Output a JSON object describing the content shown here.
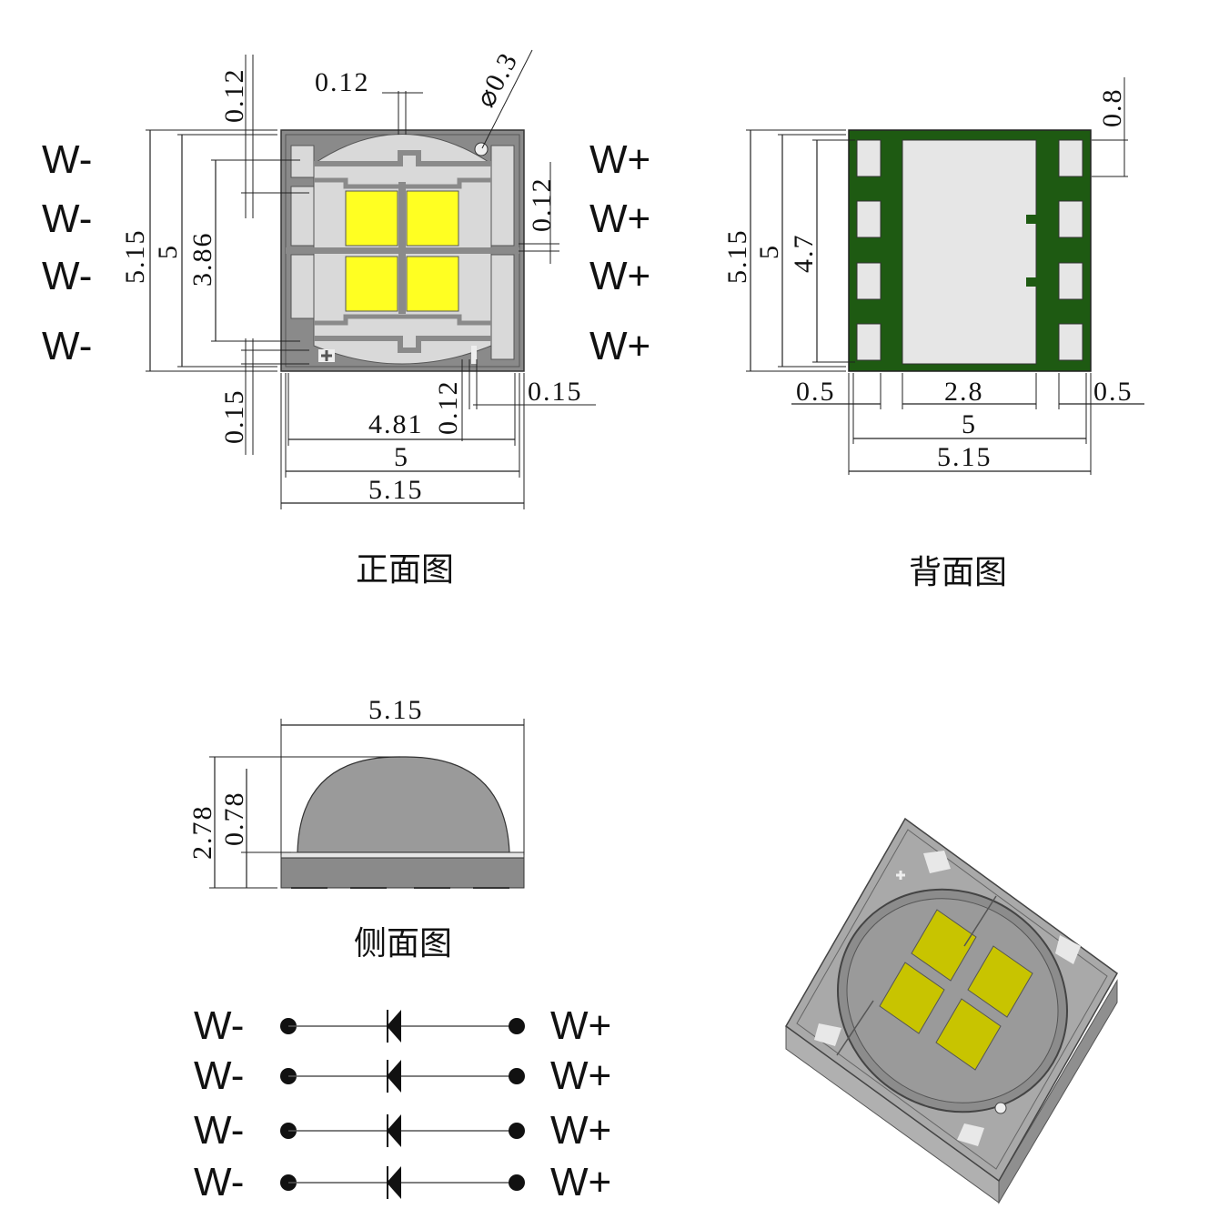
{
  "captions": {
    "front": "正面图",
    "back": "背面图",
    "side": "侧面图"
  },
  "pins": {
    "minus": "W-",
    "plus": "W+"
  },
  "front_dims": {
    "top_pad": "0.12",
    "top_gap": "0.12",
    "hole": "⌀0.3",
    "right_gap": "0.12",
    "height_outer": "5.15",
    "height_inner": "5",
    "height_mid": "3.86",
    "bottom_left": "0.15",
    "bottom_mid": "0.12",
    "bottom_right": "0.15",
    "width_481": "4.81",
    "width_5": "5",
    "width_515": "5.15"
  },
  "back_dims": {
    "pad_height": "0.8",
    "height_outer": "5.15",
    "height_inner": "5",
    "height_pad": "4.7",
    "left_pad": "0.5",
    "center": "2.8",
    "right_pad": "0.5",
    "width_5": "5",
    "width_515": "5.15"
  },
  "side_dims": {
    "width": "5.15",
    "height_total": "2.78",
    "height_base": "0.78"
  },
  "colors": {
    "chip": "#ffff22",
    "substrate": "#8a8a8a",
    "trace": "#d9d9d9",
    "backboard": "#1e5a12",
    "dome": "#9a9a9a"
  }
}
